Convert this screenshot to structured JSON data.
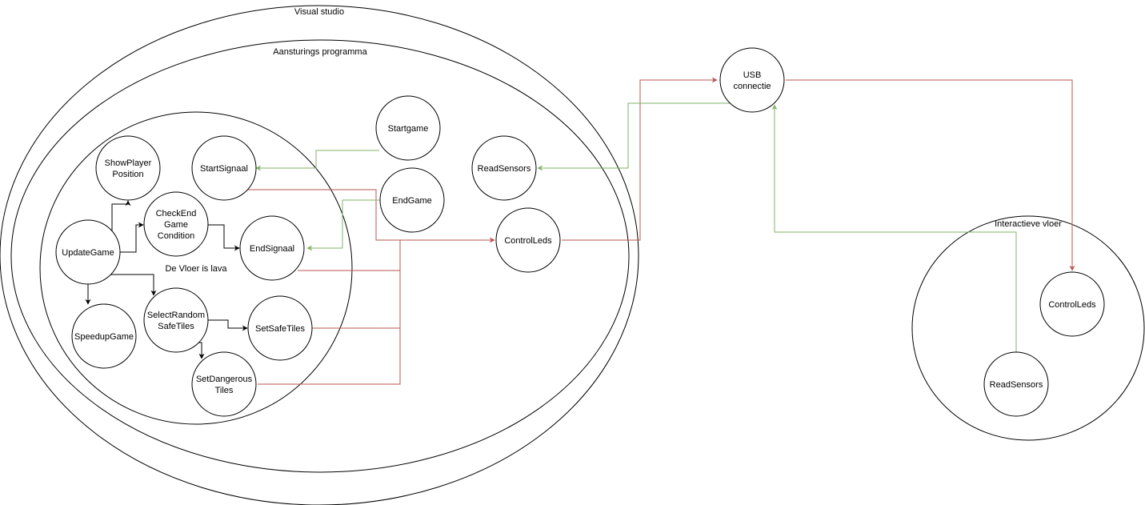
{
  "containers": {
    "visual_studio": "Visual studio",
    "aansturings_programma": "Aansturings programma",
    "de_vloer_is_lava": "De Vloer is lava",
    "interactieve_vloer": "Interactieve vloer"
  },
  "nodes": {
    "show_player_position": [
      "ShowPlayer",
      "Position"
    ],
    "start_signaal": [
      "StartSignaal"
    ],
    "startgame": [
      "Startgame"
    ],
    "end_game": [
      "EndGame"
    ],
    "check_end_game_condition": [
      "CheckEnd",
      "Game",
      "Condition"
    ],
    "update_game": [
      "UpdateGame"
    ],
    "end_signaal": [
      "EndSignaal"
    ],
    "speedup_game": [
      "SpeedupGame"
    ],
    "select_random_safe_tiles": [
      "SelectRandom",
      "SafeTiles"
    ],
    "set_safe_tiles": [
      "SetSafeTiles"
    ],
    "set_dangerous_tiles": [
      "SetDangerous",
      "Tiles"
    ],
    "read_sensors_pc": [
      "ReadSensors"
    ],
    "control_leds_pc": [
      "ControlLeds"
    ],
    "usb_connectie": [
      "USB",
      "connectie"
    ],
    "control_leds_floor": [
      "ControlLeds"
    ],
    "read_sensors_floor": [
      "ReadSensors"
    ]
  },
  "colors": {
    "red_edge": "#b85450",
    "green_edge": "#82b366",
    "black_edge": "#000000"
  }
}
